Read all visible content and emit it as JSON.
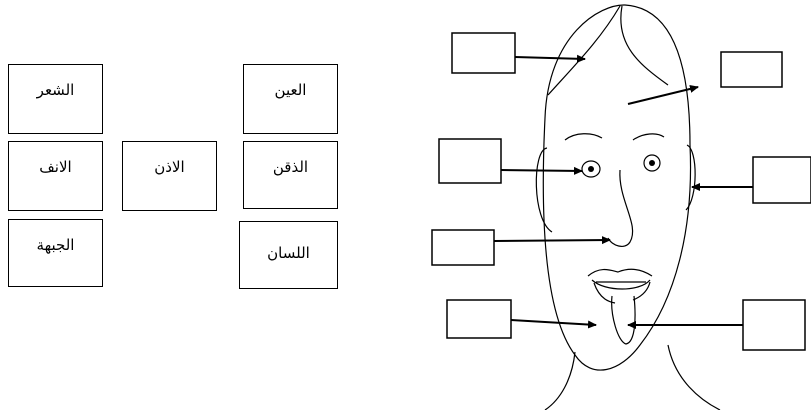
{
  "word_bank": [
    {
      "id": "card-hair",
      "label": "الشعر"
    },
    {
      "id": "card-eye",
      "label": "العين"
    },
    {
      "id": "card-nose",
      "label": "الانف"
    },
    {
      "id": "card-ear",
      "label": "الاذن"
    },
    {
      "id": "card-chin",
      "label": "الذقن"
    },
    {
      "id": "card-forehead",
      "label": "الجبهة"
    },
    {
      "id": "card-tongue",
      "label": "اللسان"
    }
  ],
  "answer_boxes": [
    {
      "name": "forehead-answer-box",
      "value": ""
    },
    {
      "name": "hair-answer-box",
      "value": ""
    },
    {
      "name": "eye-answer-box",
      "value": ""
    },
    {
      "name": "ear-answer-box",
      "value": ""
    },
    {
      "name": "nose-answer-box",
      "value": ""
    },
    {
      "name": "chin-answer-box",
      "value": ""
    },
    {
      "name": "tongue-answer-box",
      "value": ""
    }
  ]
}
